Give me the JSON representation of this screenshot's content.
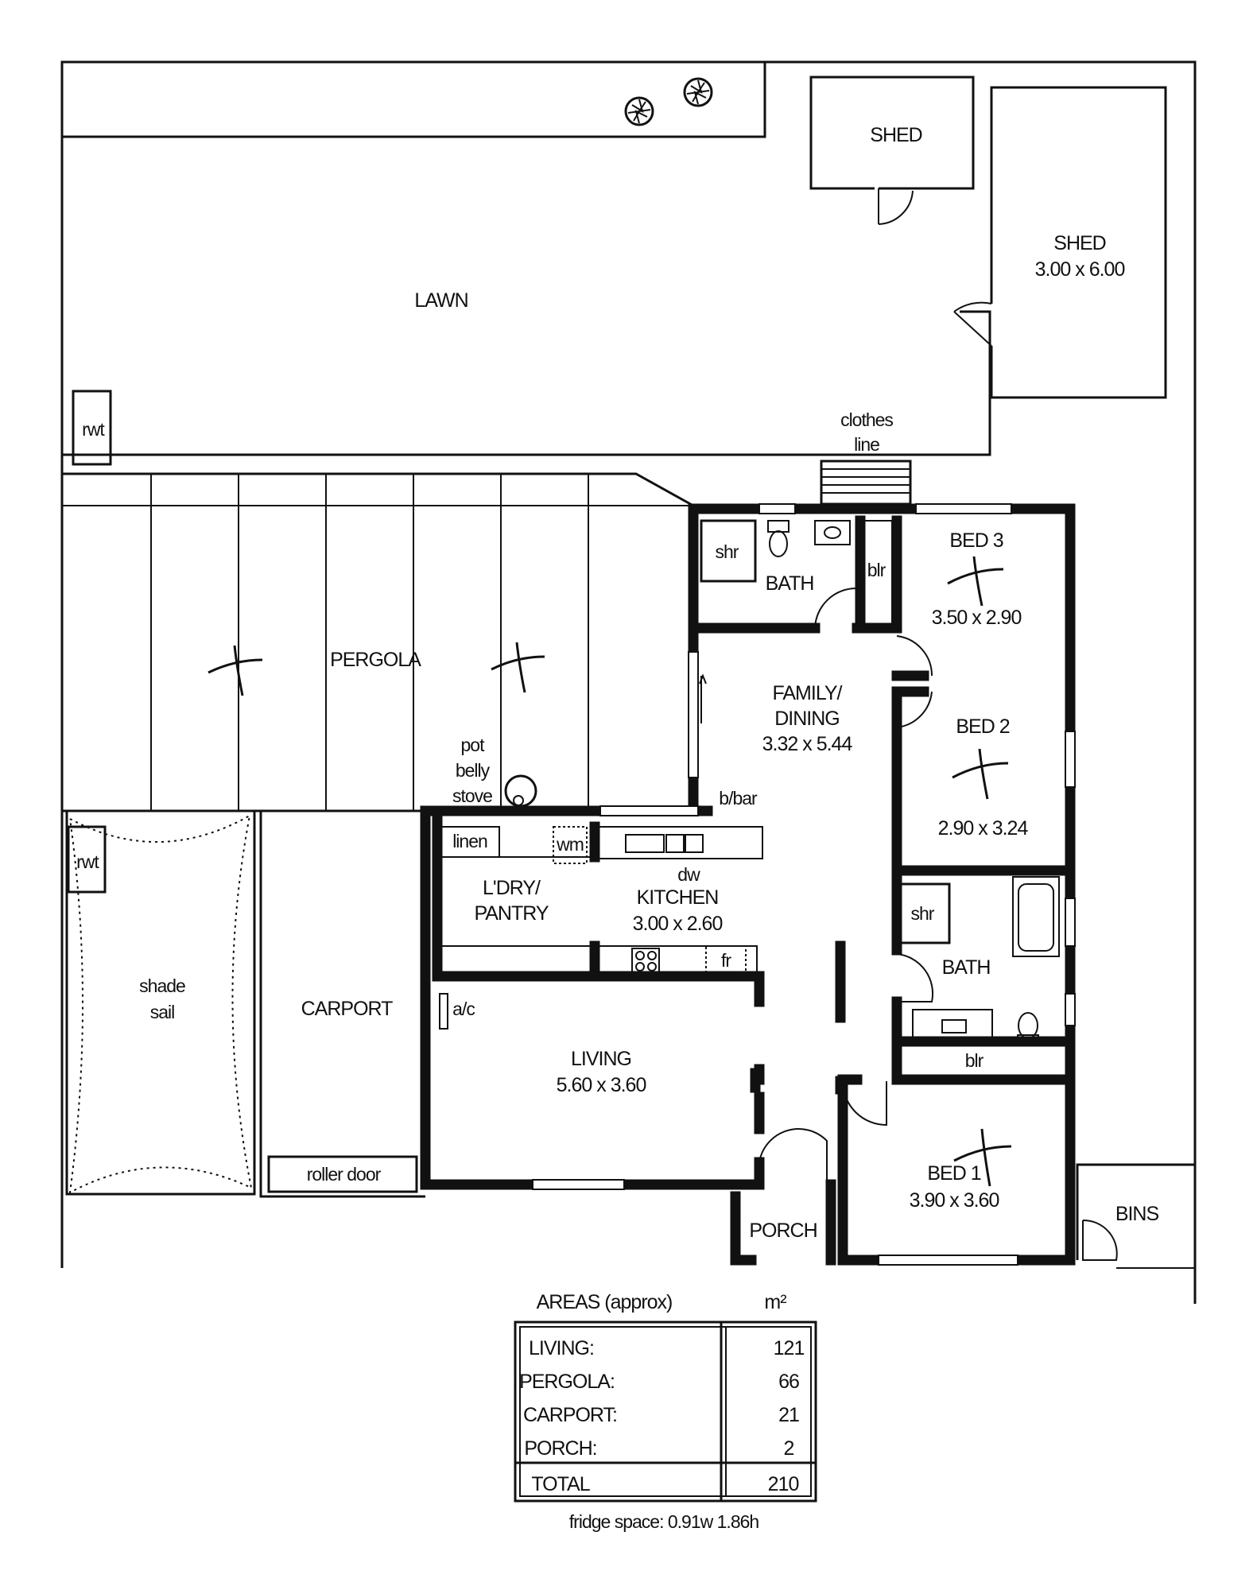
{
  "rooms": {
    "lawn": "LAWN",
    "shed_small": "SHED",
    "shed_large": "SHED",
    "shed_large_dim": "3.00 x 6.00",
    "rwt_top": "rwt",
    "rwt_bottom": "rwt",
    "clothes_line_1": "clothes",
    "clothes_line_2": "line",
    "pergola": "PERGOLA",
    "pot_belly_1": "pot",
    "pot_belly_2": "belly",
    "pot_belly_3": "stove",
    "bath_top": "BATH",
    "shr_top": "shr",
    "blr_top": "blr",
    "bed3": "BED 3",
    "bed3_dim": "3.50 x 2.90",
    "family": "FAMILY/",
    "family2": "DINING",
    "family_dim": "3.32 x 5.44",
    "bed2": "BED 2",
    "bed2_dim": "2.90 x 3.24",
    "bbar": "b/bar",
    "linen": "linen",
    "wm": "wm",
    "dw": "dw",
    "laundry1": "L'DRY/",
    "laundry2": "PANTRY",
    "kitchen": "KITCHEN",
    "kitchen_dim": "3.00 x 2.60",
    "fr": "fr",
    "shr_mid": "shr",
    "bath_mid": "BATH",
    "ac": "a/c",
    "blr_mid": "blr",
    "shade1": "shade",
    "shade2": "sail",
    "carport": "CARPORT",
    "living": "LIVING",
    "living_dim": "5.60 x 3.60",
    "roller_door": "roller door",
    "bed1": "BED 1",
    "bed1_dim": "3.90 x 3.60",
    "porch": "PORCH",
    "bins": "BINS"
  },
  "areas": {
    "heading": "AREAS (approx)",
    "unit": "m²",
    "rows": [
      {
        "label": "LIVING:",
        "value": "121"
      },
      {
        "label": "PERGOLA:",
        "value": "66"
      },
      {
        "label": "CARPORT:",
        "value": "21"
      },
      {
        "label": "PORCH:",
        "value": "2"
      }
    ],
    "total_label": "TOTAL",
    "total_value": "210"
  },
  "note": "fridge space: 0.91w 1.86h"
}
